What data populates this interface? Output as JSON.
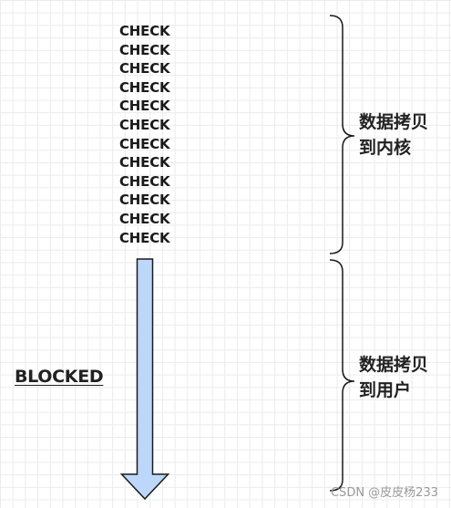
{
  "checks": [
    "CHECK",
    "CHECK",
    "CHECK",
    "CHECK",
    "CHECK",
    "CHECK",
    "CHECK",
    "CHECK",
    "CHECK",
    "CHECK",
    "CHECK",
    "CHECK"
  ],
  "blocked_label": "BLOCKED",
  "label_top": {
    "line1": "数据拷贝",
    "line2": "到内核"
  },
  "label_bottom": {
    "line1": "数据拷贝",
    "line2": "到用户"
  },
  "watermark": "CSDN @皮皮杨233",
  "colors": {
    "arrow_fill": "#bdd7fb",
    "arrow_stroke": "#1a1a1a",
    "grid": "#ebebeb",
    "brace": "#1a1a1a"
  }
}
